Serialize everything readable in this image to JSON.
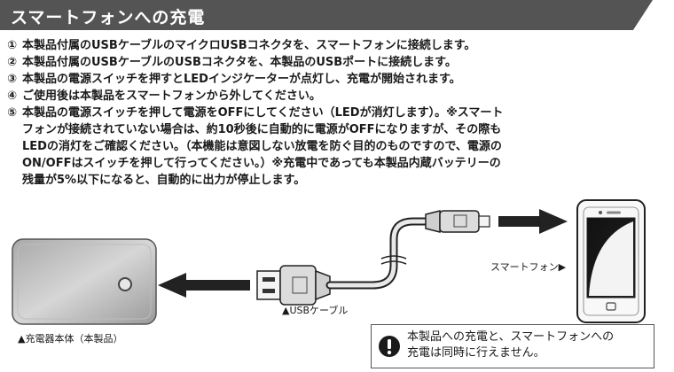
{
  "header": {
    "title": "スマートフォンへの充電"
  },
  "steps": [
    {
      "num": "①",
      "lines": [
        "本製品付属のUSBケーブルのマイクロUSBコネクタを、スマートフォンに接続します。"
      ]
    },
    {
      "num": "②",
      "lines": [
        "本製品付属のUSBケーブルのUSBコネクタを、本製品のUSBポートに接続します。"
      ]
    },
    {
      "num": "③",
      "lines": [
        "本製品の電源スイッチを押すとLEDインジケーターが点灯し、充電が開始されます。"
      ]
    },
    {
      "num": "④",
      "lines": [
        "ご使用後は本製品をスマートフォンから外してください。"
      ]
    },
    {
      "num": "⑤",
      "lines": [
        "本製品の電源スイッチを押して電源をOFFにしてください（LEDが消灯します）。※スマート",
        "フォンが接続されていない場合は、約10秒後に自動的に電源がOFFになりますが、その際も",
        "LEDの消灯をご確認ください。（本機能は意図しない放電を防ぐ目的のものですので、電源の",
        "ON/OFFはスイッチを押して行ってください。）※充電中であっても本製品内蔵バッテリーの",
        "残量が5%以下になると、自動的に出力が停止します。"
      ]
    }
  ],
  "captions": {
    "charger": "▲充電器本体（本製品）",
    "cable": "▲USBケーブル",
    "phone": "スマートフォン▶"
  },
  "notice": {
    "icon": "exclamation-icon",
    "lines": [
      "本製品への充電と、スマートフォンへの",
      "充電は同時に行えません。"
    ]
  }
}
